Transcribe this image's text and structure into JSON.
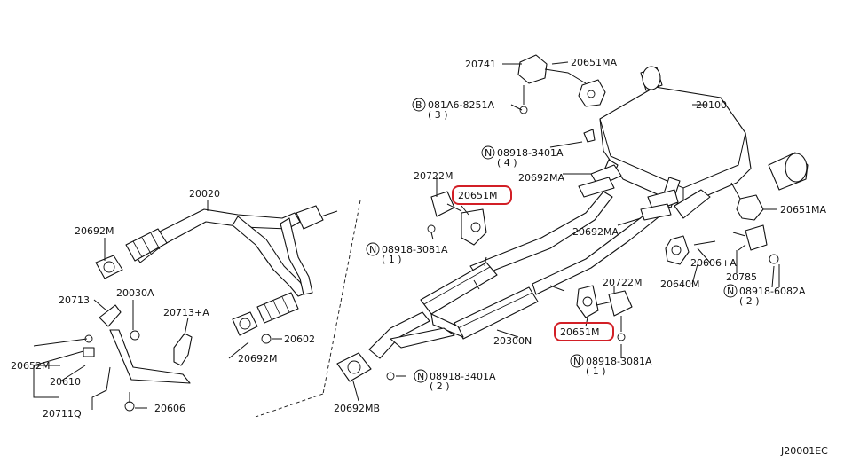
{
  "diagram_code": "J20001EC",
  "callouts": {
    "p20020": "20020",
    "p20692m_l": "20692M",
    "p20713": "20713",
    "p20030a": "20030A",
    "p20713a": "20713+A",
    "p20652m": "20652M",
    "p20610": "20610",
    "p20711q": "20711Q",
    "p20606": "20606",
    "p20602": "20602",
    "p20692m_c": "20692M",
    "p20692mb": "20692MB",
    "p20741": "20741",
    "p20651ma_top": "20651MA",
    "p20100": "20100",
    "p20722m_top": "20722M",
    "p20651m_top": "20651M",
    "p20692ma_top": "20692MA",
    "p20692ma_mid": "20692MA",
    "p20651ma_r": "20651MA",
    "p20606a": "20606+A",
    "p20640m": "20640M",
    "p20785": "20785",
    "p20722m_bot": "20722M",
    "p20651m_bot": "20651M",
    "p20300n": "20300N"
  },
  "fasteners": {
    "b_081a6": {
      "symbol": "B",
      "code": "081A6-8251A",
      "qty": "( 3 )"
    },
    "n_08918_3401a_top": {
      "symbol": "N",
      "code": "08918-3401A",
      "qty": "( 4 )"
    },
    "n_08918_3081a_left": {
      "symbol": "N",
      "code": "08918-3081A",
      "qty": "( 1 )"
    },
    "n_08918_6082a": {
      "symbol": "N",
      "code": "08918-6082A",
      "qty": "( 2 )"
    },
    "n_08918_3401a_bot": {
      "symbol": "N",
      "code": "08918-3401A",
      "qty": "( 2 )"
    },
    "n_08918_3081a_bot": {
      "symbol": "N",
      "code": "08918-3081A",
      "qty": "( 1 )"
    }
  },
  "colors": {
    "highlight": "#d21f26",
    "ink": "#111111"
  }
}
